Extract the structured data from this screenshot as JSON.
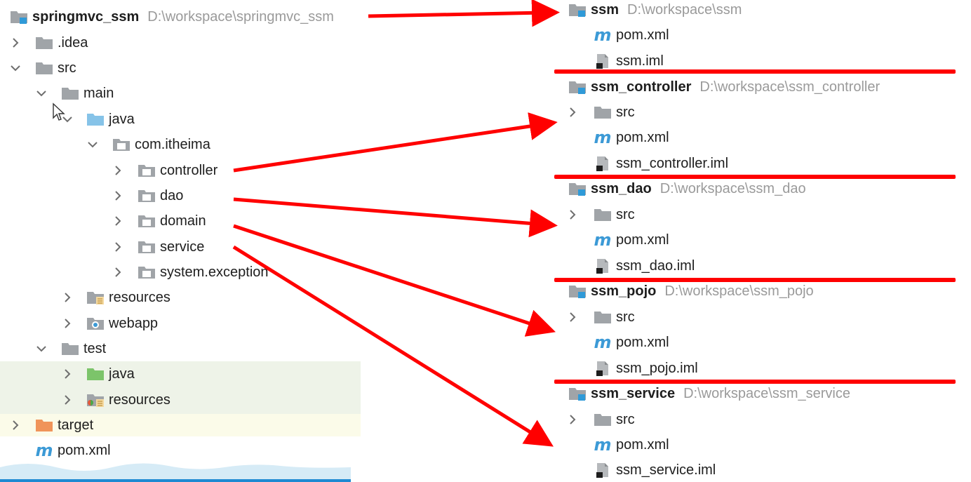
{
  "left_tree": {
    "root": {
      "name": "springmvc_ssm",
      "path": "D:\\workspace\\springmvc_ssm"
    },
    "idea": ".idea",
    "src": "src",
    "main": "main",
    "java": "java",
    "package": "com.itheima",
    "controller": "controller",
    "dao": "dao",
    "domain": "domain",
    "service": "service",
    "system_exception": "system.exception",
    "resources": "resources",
    "webapp": "webapp",
    "test": "test",
    "test_java": "java",
    "test_resources": "resources",
    "target": "target",
    "pom": "pom.xml"
  },
  "right_tree": {
    "ssm": {
      "name": "ssm",
      "path": "D:\\workspace\\ssm",
      "pom": "pom.xml",
      "iml": "ssm.iml"
    },
    "controller": {
      "name": "ssm_controller",
      "path": "D:\\workspace\\ssm_controller",
      "src": "src",
      "pom": "pom.xml",
      "iml": "ssm_controller.iml"
    },
    "dao": {
      "name": "ssm_dao",
      "path": "D:\\workspace\\ssm_dao",
      "src": "src",
      "pom": "pom.xml",
      "iml": "ssm_dao.iml"
    },
    "pojo": {
      "name": "ssm_pojo",
      "path": "D:\\workspace\\ssm_pojo",
      "src": "src",
      "pom": "pom.xml",
      "iml": "ssm_pojo.iml"
    },
    "service": {
      "name": "ssm_service",
      "path": "D:\\workspace\\ssm_service",
      "src": "src",
      "pom": "pom.xml",
      "iml": "ssm_service.iml"
    }
  },
  "icons": {
    "m": "m",
    "folder_color": "#a0a4a8",
    "java_folder_color": "#86c3e8",
    "test_java_color": "#7cc46a",
    "target_color": "#f0945a",
    "module_badge_color": "#2f9ad8",
    "arrow_color": "#ff0000"
  }
}
